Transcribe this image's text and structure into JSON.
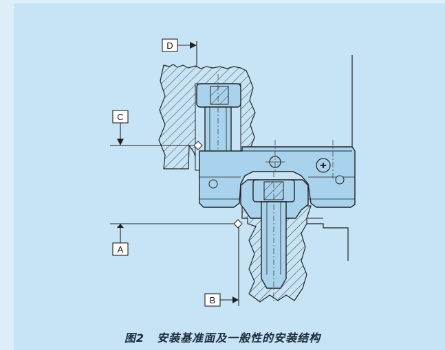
{
  "datum_labels": {
    "a": "A",
    "b": "B",
    "c": "C",
    "d": "D"
  },
  "caption": {
    "figure_number": "图2",
    "title": "安装基准面及一般性的安装结构"
  },
  "colors": {
    "background": "#ddeef8",
    "panel": "#c6e4f5",
    "part_fill": "#a9d2ec",
    "line": "#1a1a1a"
  }
}
